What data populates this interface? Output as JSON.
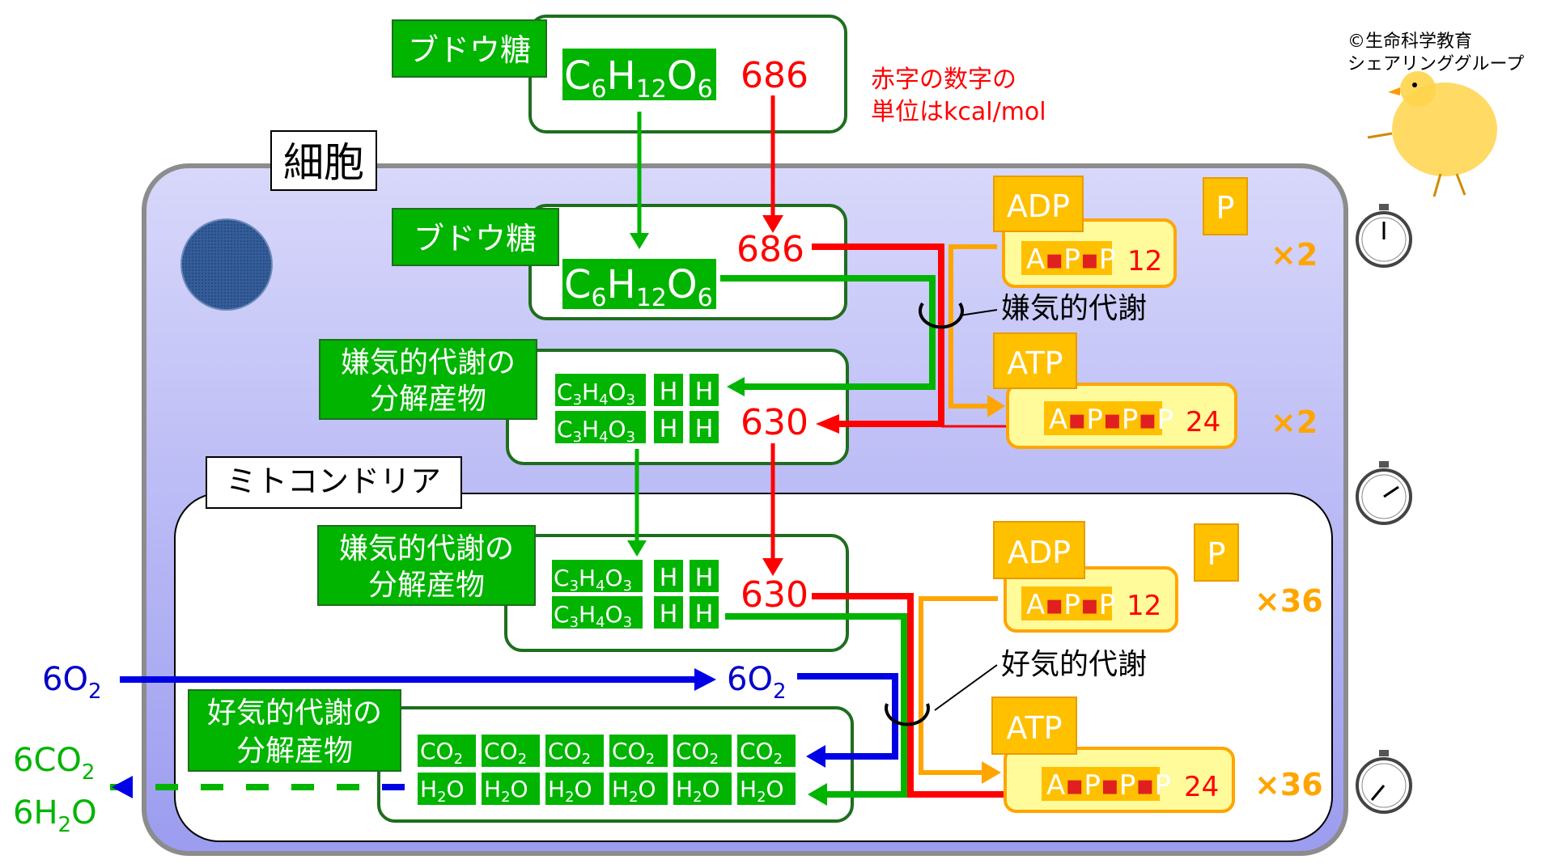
{
  "copyright": {
    "line1": "©生命科学教育",
    "line2": "シェアリンググループ"
  },
  "note": {
    "line1": "赤字の数字の",
    "line2": "単位はkcal/mol"
  },
  "labels": {
    "glucose": "ブドウ糖",
    "cell": "細胞",
    "mitochondria": "ミトコンドリア",
    "anaerobic_products_1": "嫌気的代謝の",
    "anaerobic_products_2": "分解産物",
    "aerobic_products_1": "好気的代謝の",
    "aerobic_products_2": "分解産物",
    "anaerobic": "嫌気的代謝",
    "aerobic": "好気的代謝",
    "adp": "ADP",
    "atp": "ATP",
    "p": "P"
  },
  "formula": {
    "c": "C",
    "c_sub": "6",
    "h": "H",
    "h_sub": "12",
    "o": "O",
    "o_sub": "6"
  },
  "pyruvate": {
    "c": "C",
    "c_sub": "3",
    "h": "H",
    "h_sub": "4",
    "o": "O",
    "o_sub": "3"
  },
  "hydrogen": "H",
  "co2": {
    "text": "CO",
    "sub": "2"
  },
  "h2o": {
    "h": "H",
    "sub": "2",
    "o": "O"
  },
  "energy": {
    "glucose": "686",
    "pyruvate": "630",
    "adp": "12",
    "atp": "24"
  },
  "multipliers": {
    "anaerobic": "×2",
    "aerobic": "×36"
  },
  "adp_text": {
    "a": "A",
    "p1": "P",
    "p2": "P"
  },
  "atp_text": {
    "a": "A",
    "p1": "P",
    "p2": "P",
    "p3": "P"
  },
  "oxygen": {
    "coef": "6O",
    "sub": "2"
  },
  "outputs": {
    "co2_coef": "6CO",
    "co2_sub": "2",
    "h2o_coef": "6H",
    "h2o_sub": "2",
    "h2o_o": "O"
  },
  "colors": {
    "green": "#00b400",
    "red": "#ff0000",
    "blue": "#0000e6",
    "orange": "#ffa500",
    "yellow_box": "#fffa9a",
    "cell_fill": "#b4b4f8"
  }
}
